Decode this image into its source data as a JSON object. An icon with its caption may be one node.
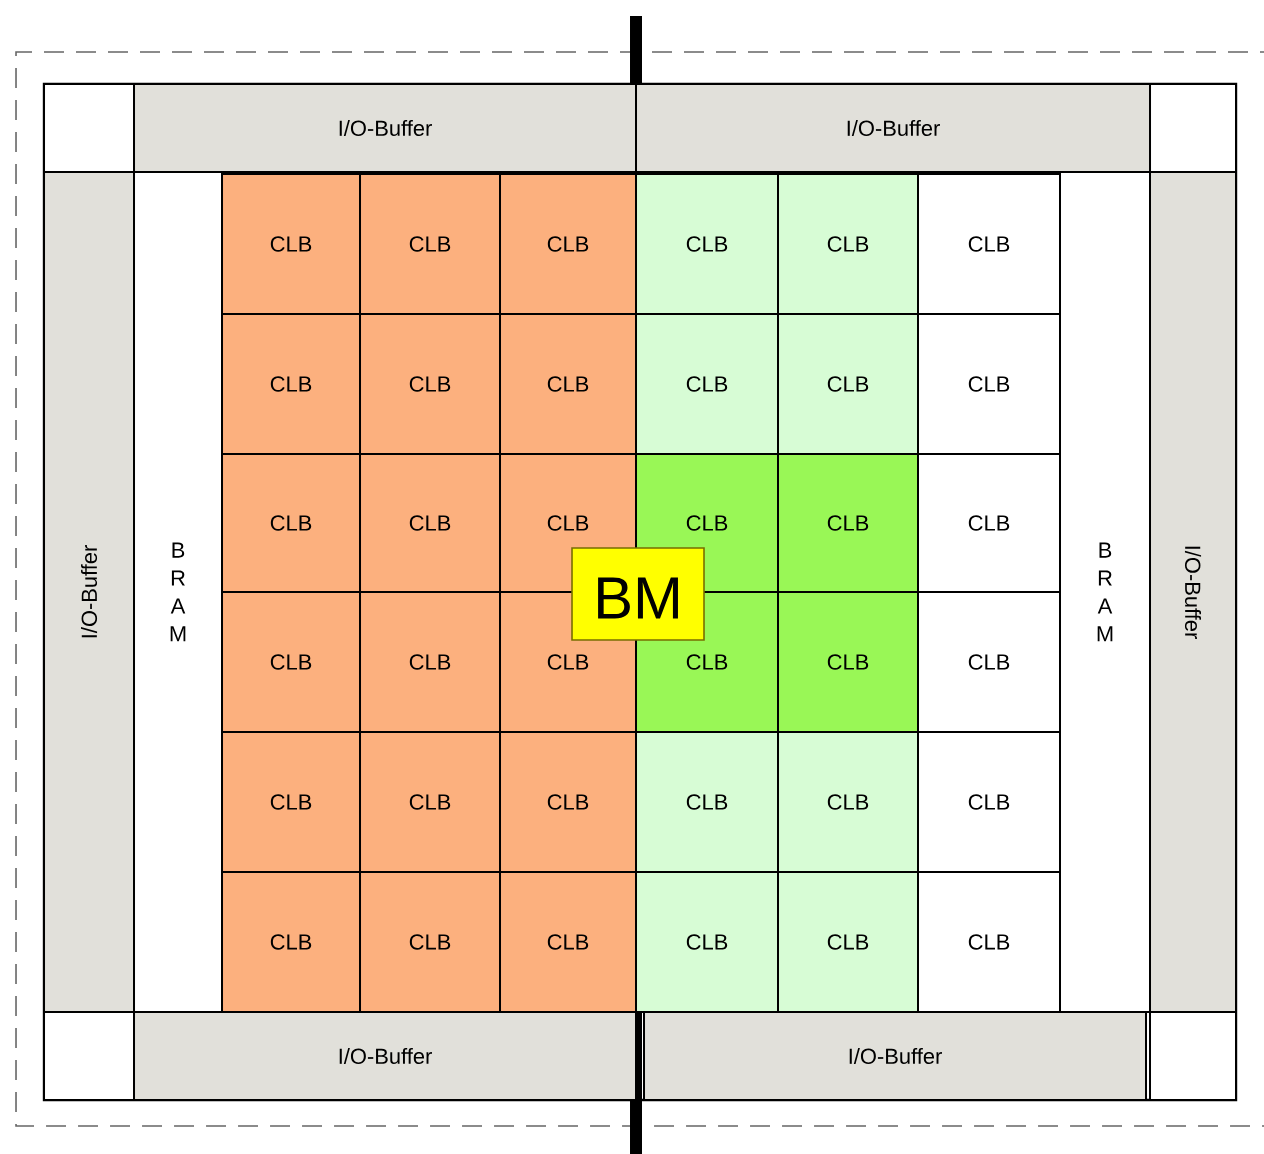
{
  "diagram": {
    "nodes": [
      {
        "text": [
          "I/O-Buffer"
        ]
      },
      {
        "text": [
          "I/O-Buffer"
        ]
      },
      {
        "text": [
          "I/O-Buffer"
        ]
      },
      {
        "text": [
          "B R A M"
        ]
      },
      {
        "text": [
          "CLB"
        ]
      },
      {
        "text": [
          "CLB"
        ]
      },
      {
        "text": [
          "CLB"
        ]
      },
      {
        "text": [
          "CLB"
        ]
      },
      {
        "text": [
          "CLB"
        ]
      },
      {
        "text": [
          "CLB"
        ]
      },
      {
        "text": [
          "CLB"
        ]
      },
      {
        "text": [
          "CLB"
        ]
      },
      {
        "text": [
          "CLB"
        ]
      },
      {
        "text": [
          "CLB"
        ]
      },
      {
        "text": [
          "CLB"
        ]
      },
      {
        "text": [
          "CLB"
        ]
      },
      {
        "text": [
          "CLB"
        ]
      },
      {
        "text": [
          "CLB"
        ]
      },
      {
        "text": [
          "CLB"
        ]
      },
      {
        "text": [
          "CLB"
        ]
      },
      {
        "text": [
          "CLB"
        ]
      },
      {
        "text": [
          "CLB"
        ]
      },
      {
        "text": [
          "CLB"
        ]
      },
      {
        "text": [
          "CLB"
        ]
      },
      {
        "text": [
          "CLB"
        ]
      },
      {
        "text": [
          "CLB"
        ]
      },
      {
        "text": [
          "CLB"
        ]
      },
      {
        "text": [
          "CLB"
        ]
      },
      {
        "text": [
          "CLB"
        ]
      },
      {
        "text": [
          "CLB"
        ]
      },
      {
        "text": [
          "CLB"
        ]
      },
      {
        "text": [
          "CLB"
        ]
      },
      {
        "text": [
          "CLB"
        ]
      },
      {
        "text": [
          "CLB"
        ]
      },
      {
        "text": [
          "CLB"
        ]
      },
      {
        "text": [
          "CLB"
        ]
      },
      {
        "text": [
          "CLB"
        ]
      },
      {
        "text": [
          "CLB"
        ]
      },
      {
        "text": [
          "CLB"
        ]
      },
      {
        "text": [
          "CLB"
        ]
      },
      {
        "text": [
          "B R A M"
        ]
      },
      {
        "text": [
          "I/O-Buffer"
        ]
      },
      {
        "text": [
          "I/O-Buffer"
        ]
      },
      {
        "text": [
          "I/O-Buffer"
        ]
      },
      {
        "text": [
          "BM"
        ]
      }
    ]
  }
}
